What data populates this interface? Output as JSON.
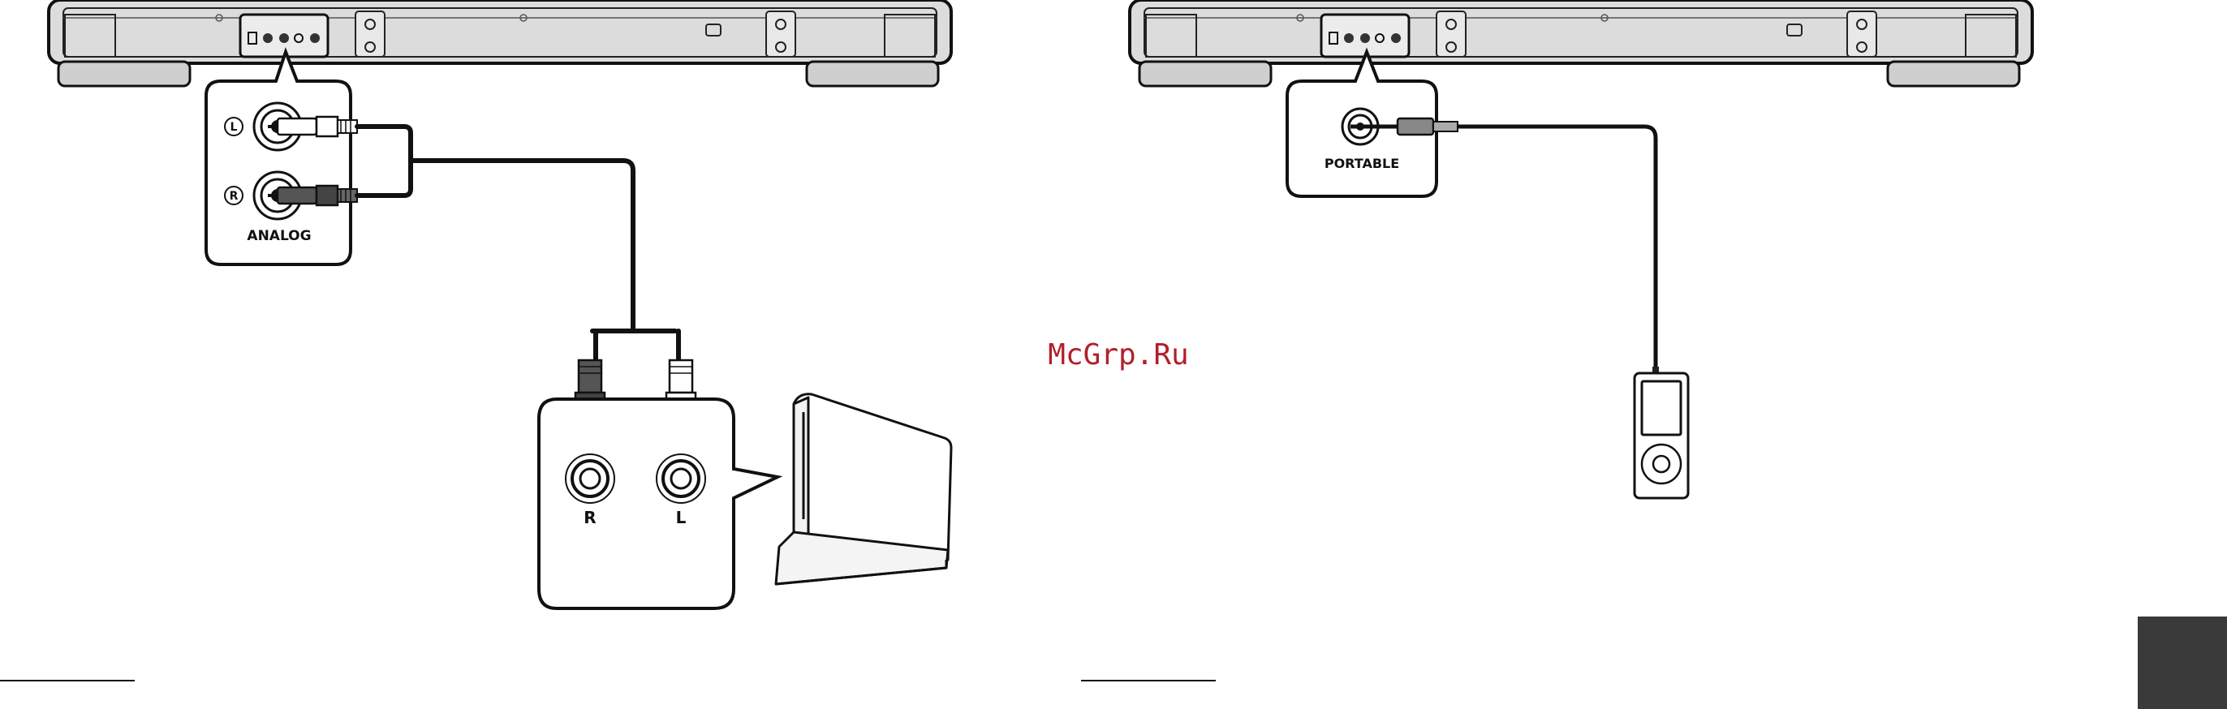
{
  "watermark": "McGrp.Ru",
  "left_diagram": {
    "analog_panel": {
      "jack_left_marker": "L",
      "jack_right_marker": "R",
      "label": "ANALOG"
    },
    "source_panel": {
      "right_label": "R",
      "left_label": "L"
    }
  },
  "right_diagram": {
    "portable_panel": {
      "label": "PORTABLE"
    }
  },
  "colors": {
    "outline": "#111111",
    "soundbar_fill": "#dcdcdc",
    "watermark": "#b21f2a",
    "corner_tab": "#3a3a3a"
  }
}
